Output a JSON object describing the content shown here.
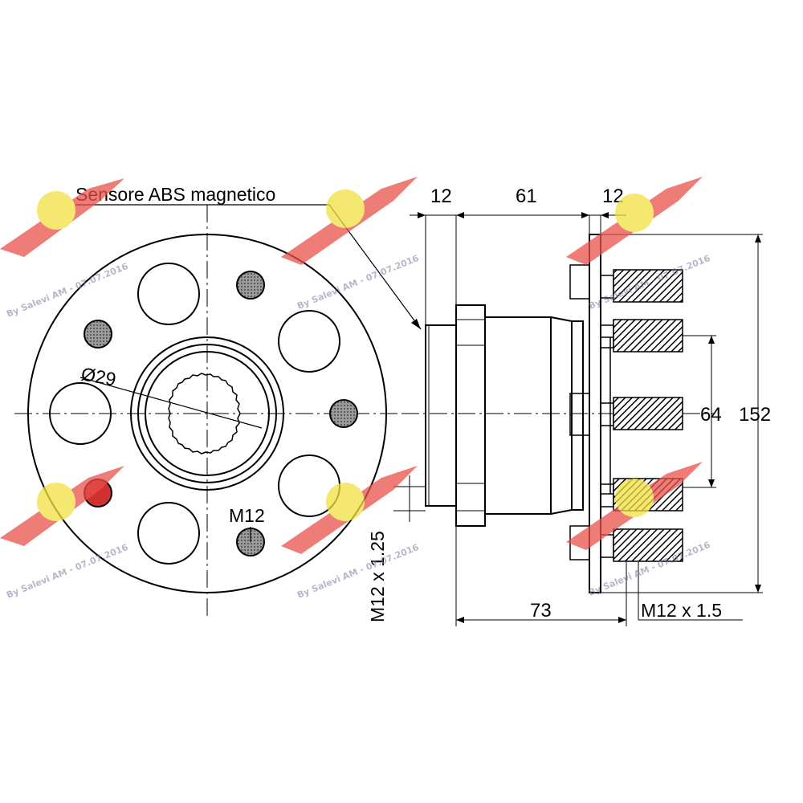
{
  "labels": {
    "sensor": "Sensore ABS magnetico",
    "bore_diameter": "Ø29",
    "hole_thread": "M12",
    "nut_thread": "M12 x 1.25",
    "stud_thread": "M12 x 1.5"
  },
  "dimensions": {
    "d12_left": "12",
    "d61": "61",
    "d12_right": "12",
    "d64": "64",
    "d152": "152",
    "d73": "73"
  },
  "watermark": {
    "text": "By Salevi AM - 07.07.2016"
  },
  "colors": {
    "line": "#000000",
    "watermark_red": "#e8504a",
    "watermark_yellow": "#f0e040",
    "marked_hole": "#d03030"
  }
}
